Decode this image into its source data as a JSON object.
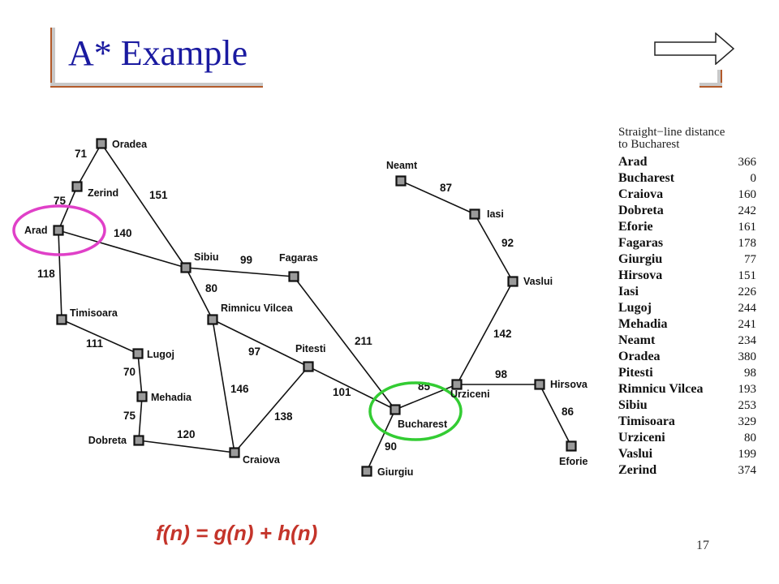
{
  "slide": {
    "title": "A* Example",
    "formula": "f(n) = g(n) + h(n)",
    "page_number": "17"
  },
  "map": {
    "cities": [
      {
        "id": "oradea",
        "name": "Oradea"
      },
      {
        "id": "zerind",
        "name": "Zerind"
      },
      {
        "id": "arad",
        "name": "Arad"
      },
      {
        "id": "timisoara",
        "name": "Timisoara"
      },
      {
        "id": "lugoj",
        "name": "Lugoj"
      },
      {
        "id": "mehadia",
        "name": "Mehadia"
      },
      {
        "id": "dobreta",
        "name": "Dobreta"
      },
      {
        "id": "craiova",
        "name": "Craiova"
      },
      {
        "id": "sibiu",
        "name": "Sibiu"
      },
      {
        "id": "rimnicu",
        "name": "Rimnicu Vilcea"
      },
      {
        "id": "fagaras",
        "name": "Fagaras"
      },
      {
        "id": "pitesti",
        "name": "Pitesti"
      },
      {
        "id": "bucharest",
        "name": "Bucharest"
      },
      {
        "id": "giurgiu",
        "name": "Giurgiu"
      },
      {
        "id": "urziceni",
        "name": "Urziceni"
      },
      {
        "id": "hirsova",
        "name": "Hirsova"
      },
      {
        "id": "eforie",
        "name": "Eforie"
      },
      {
        "id": "vaslui",
        "name": "Vaslui"
      },
      {
        "id": "iasi",
        "name": "Iasi"
      },
      {
        "id": "neamt",
        "name": "Neamt"
      }
    ],
    "roads": [
      {
        "from": "oradea",
        "to": "zerind",
        "distance": "71"
      },
      {
        "from": "zerind",
        "to": "arad",
        "distance": "75"
      },
      {
        "from": "oradea",
        "to": "sibiu",
        "distance": "151"
      },
      {
        "from": "arad",
        "to": "sibiu",
        "distance": "140"
      },
      {
        "from": "arad",
        "to": "timisoara",
        "distance": "118"
      },
      {
        "from": "timisoara",
        "to": "lugoj",
        "distance": "111"
      },
      {
        "from": "lugoj",
        "to": "mehadia",
        "distance": "70"
      },
      {
        "from": "mehadia",
        "to": "dobreta",
        "distance": "75"
      },
      {
        "from": "dobreta",
        "to": "craiova",
        "distance": "120"
      },
      {
        "from": "sibiu",
        "to": "fagaras",
        "distance": "99"
      },
      {
        "from": "sibiu",
        "to": "rimnicu",
        "distance": "80"
      },
      {
        "from": "rimnicu",
        "to": "pitesti",
        "distance": "97"
      },
      {
        "from": "rimnicu",
        "to": "craiova",
        "distance": "146"
      },
      {
        "from": "craiova",
        "to": "pitesti",
        "distance": "138"
      },
      {
        "from": "fagaras",
        "to": "bucharest",
        "distance": "211"
      },
      {
        "from": "pitesti",
        "to": "bucharest",
        "distance": "101"
      },
      {
        "from": "bucharest",
        "to": "giurgiu",
        "distance": "90"
      },
      {
        "from": "bucharest",
        "to": "urziceni",
        "distance": "85"
      },
      {
        "from": "urziceni",
        "to": "hirsova",
        "distance": "98"
      },
      {
        "from": "hirsova",
        "to": "eforie",
        "distance": "86"
      },
      {
        "from": "urziceni",
        "to": "vaslui",
        "distance": "142"
      },
      {
        "from": "vaslui",
        "to": "iasi",
        "distance": "92"
      },
      {
        "from": "iasi",
        "to": "neamt",
        "distance": "87"
      }
    ],
    "highlights": [
      {
        "city": "arad",
        "color": "#e040c8"
      },
      {
        "city": "bucharest",
        "color": "#33cc33"
      }
    ]
  },
  "sld_table": {
    "heading_line1": "Straight−line distance",
    "heading_line2": "to Bucharest",
    "rows": [
      {
        "city": "Arad",
        "value": "366"
      },
      {
        "city": "Bucharest",
        "value": "0"
      },
      {
        "city": "Craiova",
        "value": "160"
      },
      {
        "city": "Dobreta",
        "value": "242"
      },
      {
        "city": "Eforie",
        "value": "161"
      },
      {
        "city": "Fagaras",
        "value": "178"
      },
      {
        "city": "Giurgiu",
        "value": "77"
      },
      {
        "city": "Hirsova",
        "value": "151"
      },
      {
        "city": "Iasi",
        "value": "226"
      },
      {
        "city": "Lugoj",
        "value": "244"
      },
      {
        "city": "Mehadia",
        "value": "241"
      },
      {
        "city": "Neamt",
        "value": "234"
      },
      {
        "city": "Oradea",
        "value": "380"
      },
      {
        "city": "Pitesti",
        "value": "98"
      },
      {
        "city": "Rimnicu Vilcea",
        "value": "193"
      },
      {
        "city": "Sibiu",
        "value": "253"
      },
      {
        "city": "Timisoara",
        "value": "329"
      },
      {
        "city": "Urziceni",
        "value": "80"
      },
      {
        "city": "Vaslui",
        "value": "199"
      },
      {
        "city": "Zerind",
        "value": "374"
      }
    ]
  },
  "colors": {
    "title": "#1a1aa0",
    "formula": "#c4342a",
    "frame_accent": "#b35a2a"
  },
  "icons": {
    "next": "right-arrow-icon"
  }
}
